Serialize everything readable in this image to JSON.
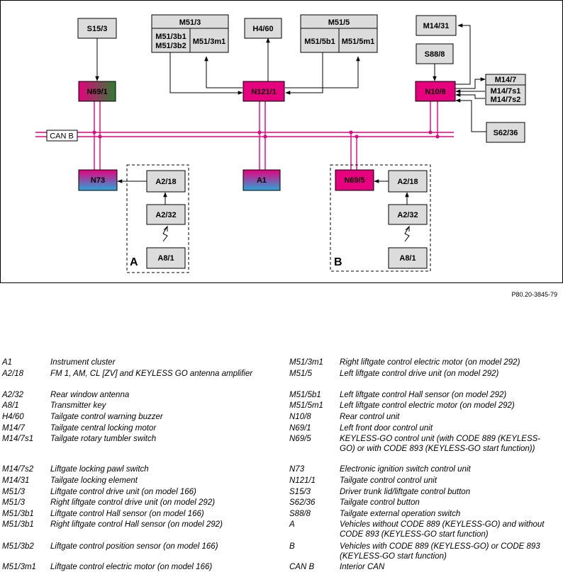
{
  "diagram": {
    "components": {
      "S15_3": "S15/3",
      "M51_3": "M51/3",
      "M51_3b1": "M51/3b1",
      "M51_3b2": "M51/3b2",
      "M51_3m1": "M51/3m1",
      "H4_60": "H4/60",
      "M51_5": "M51/5",
      "M51_5b1": "M51/5b1",
      "M51_5m1": "M51/5m1",
      "M14_31": "M14/31",
      "S88_8": "S88/8",
      "M14_7": "M14/7",
      "M14_7s1": "M14/7s1",
      "M14_7s2": "M14/7s2",
      "S62_36": "S62/36",
      "N69_1": "N69/1",
      "N121_1": "N121/1",
      "N10_8": "N10/8",
      "N73": "N73",
      "A1": "A1",
      "N69_5": "N69/5",
      "A2_18": "A2/18",
      "A2_32": "A2/32",
      "A8_1": "A8/1"
    },
    "bus_label": "CAN B",
    "group_a": "A",
    "group_b": "B",
    "colors": {
      "can_bus": "#e6007e",
      "ecu_pink": "#e6007e",
      "ecu_green": "#2e7d32",
      "ecu_blue": "#2aa5d8",
      "box_fill": "#dcdcdc"
    },
    "reference": "P80.20-3845-79"
  },
  "legend": [
    {
      "code": "A1",
      "desc": "Instrument cluster"
    },
    {
      "code": "A2/18",
      "desc": "FM 1, AM, CL [ZV] and KEYLESS GO antenna amplifier"
    },
    {
      "code": "A2/32",
      "desc": "Rear window antenna"
    },
    {
      "code": "A8/1",
      "desc": "Transmitter key"
    },
    {
      "code": "H4/60",
      "desc": "Tailgate control warning buzzer"
    },
    {
      "code": "M14/7",
      "desc": "Tailgate central locking motor"
    },
    {
      "code": "M14/7s1",
      "desc": "Tailgate rotary tumbler switch"
    },
    {
      "code": "M14/7s2",
      "desc": "Liftgate locking pawl switch"
    },
    {
      "code": "M14/31",
      "desc": "Tailgate locking element"
    },
    {
      "code": "M51/3",
      "desc": "Liftgate control drive unit (on model 166)"
    },
    {
      "code": "M51/3",
      "desc": "Right liftgate control drive unit (on model 292)"
    },
    {
      "code": "M51/3b1",
      "desc": "Liftgate control Hall sensor (on model 166)"
    },
    {
      "code": "M51/3b1",
      "desc": "Right liftgate control Hall sensor (on model 292)"
    },
    {
      "code": "M51/3b2",
      "desc": "Liftgate control position sensor (on model 166)"
    },
    {
      "code": "M51/3m1",
      "desc": "Liftgate control electric motor (on model 166)"
    },
    {
      "code": "M51/3m1",
      "desc": "Right liftgate control electric motor (on model 292)"
    },
    {
      "code": "M51/5",
      "desc": "Left liftgate control drive unit (on model 292)"
    },
    {
      "code": "M51/5b1",
      "desc": "Left liftgate control Hall sensor (on model 292)"
    },
    {
      "code": "M51/5m1",
      "desc": "Left liftgate control electric motor (on model 292)"
    },
    {
      "code": "N10/8",
      "desc": "Rear control unit"
    },
    {
      "code": "N69/1",
      "desc": "Left front door control unit"
    },
    {
      "code": "N69/5",
      "desc": "KEYLESS-GO control unit (with CODE 889 (KEYLESS-GO) or with CODE 893 (KEYLESS-GO start function))"
    },
    {
      "code": "N73",
      "desc": "Electronic ignition switch control unit"
    },
    {
      "code": "N121/1",
      "desc": "Tailgate control control unit"
    },
    {
      "code": "S15/3",
      "desc": "Driver trunk lid/liftgate control button"
    },
    {
      "code": "S62/36",
      "desc": "Tailgate control button"
    },
    {
      "code": "S88/8",
      "desc": "Tailgate external operation switch"
    },
    {
      "code": "A",
      "desc": "Vehicles without CODE 889 (KEYLESS-GO) and without CODE 893 (KEYLESS-GO start function)"
    },
    {
      "code": "B",
      "desc": "Vehicles with CODE 889 (KEYLESS-GO) or CODE 893 (KEYLESS-GO start function)"
    },
    {
      "code": "CAN B",
      "desc": "Interior CAN"
    }
  ]
}
